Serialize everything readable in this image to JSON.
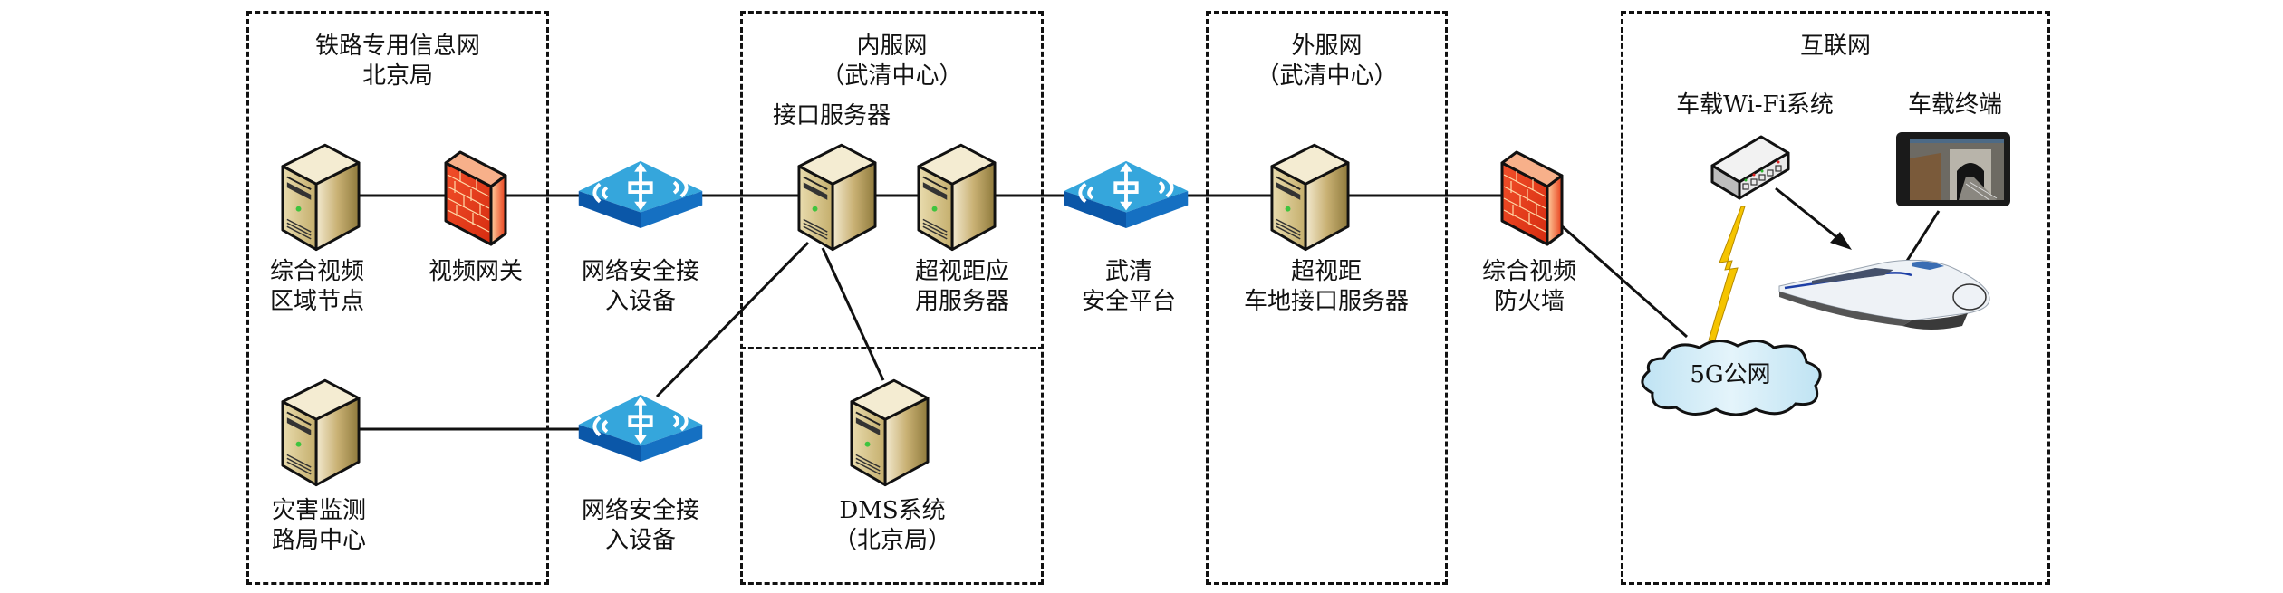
{
  "diagram": {
    "zones": [
      {
        "id": "railway-info-net",
        "title": "铁路专用信息网\n北京局"
      },
      {
        "id": "inner-service-net",
        "title": "内服网\n（武清中心）"
      },
      {
        "id": "outer-service-net",
        "title": "外服网\n（武清中心）"
      },
      {
        "id": "internet",
        "title": "互联网"
      }
    ],
    "nodes": {
      "video_region_node": {
        "label": "综合视频\n区域节点",
        "icon": "server-icon"
      },
      "video_gateway": {
        "label": "视频网关",
        "icon": "firewall-icon"
      },
      "net_security_access_1": {
        "label": "网络安全接\n入设备",
        "icon": "switch-icon"
      },
      "interface_server": {
        "label": "接口服务器",
        "icon": "server-icon"
      },
      "app_server": {
        "label": "超视距应\n用服务器",
        "icon": "server-icon"
      },
      "wuqing_security_platform": {
        "label": "武清\n安全平台",
        "icon": "switch-icon"
      },
      "train_ground_interface_server": {
        "label": "超视距\n车地接口服务器",
        "icon": "server-icon"
      },
      "video_firewall": {
        "label": "综合视频\n防火墙",
        "icon": "firewall-icon"
      },
      "disaster_monitoring_center": {
        "label": "灾害监测\n路局中心",
        "icon": "server-icon"
      },
      "net_security_access_2": {
        "label": "网络安全接\n入设备",
        "icon": "switch-icon"
      },
      "dms_system": {
        "label": "DMS系统\n（北京局）",
        "icon": "server-icon"
      },
      "onboard_wifi": {
        "label": "车载Wi-Fi系统",
        "icon": "wifi-router-icon"
      },
      "onboard_terminal": {
        "label": "车载终端",
        "icon": "tablet-icon"
      },
      "public_5g": {
        "label": "5G公网",
        "icon": "cloud-icon"
      },
      "train": {
        "label": "",
        "icon": "train-icon"
      }
    },
    "edges": [
      {
        "from": "video_region_node",
        "to": "video_gateway",
        "style": "line"
      },
      {
        "from": "video_gateway",
        "to": "net_security_access_1",
        "style": "line"
      },
      {
        "from": "net_security_access_1",
        "to": "interface_server",
        "style": "line"
      },
      {
        "from": "interface_server",
        "to": "app_server",
        "style": "line"
      },
      {
        "from": "app_server",
        "to": "wuqing_security_platform",
        "style": "line"
      },
      {
        "from": "wuqing_security_platform",
        "to": "train_ground_interface_server",
        "style": "line"
      },
      {
        "from": "train_ground_interface_server",
        "to": "video_firewall",
        "style": "line"
      },
      {
        "from": "video_firewall",
        "to": "public_5g",
        "style": "line"
      },
      {
        "from": "disaster_monitoring_center",
        "to": "net_security_access_2",
        "style": "line"
      },
      {
        "from": "net_security_access_2",
        "to": "interface_server",
        "style": "line"
      },
      {
        "from": "interface_server",
        "to": "dms_system",
        "style": "line"
      },
      {
        "from": "public_5g",
        "to": "onboard_wifi",
        "style": "wireless"
      },
      {
        "from": "onboard_wifi",
        "to": "train",
        "style": "arrow"
      },
      {
        "from": "onboard_terminal",
        "to": "train",
        "style": "line"
      }
    ],
    "colors": {
      "server": "#c9b77a",
      "firewall": "#e8401c",
      "switch": "#2f9fd6",
      "cloud": "#cfeaf6",
      "lightning": "#f5c400",
      "line": "#111111"
    }
  }
}
